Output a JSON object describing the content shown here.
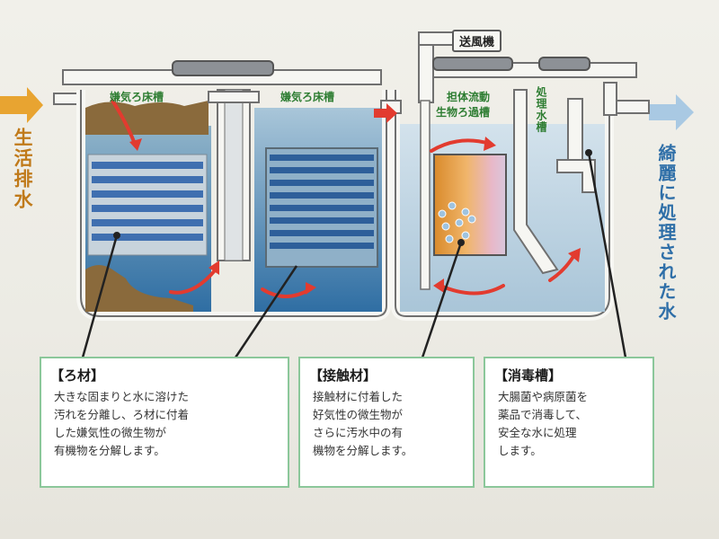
{
  "flow": {
    "input_label": "生活排水",
    "output_label": "綺麗に処理された水",
    "blower_label": "送風機"
  },
  "tanks": {
    "t1": "嫌気ろ床槽",
    "t2": "嫌気ろ床槽",
    "t3_line1": "担体流動",
    "t3_line2": "生物ろ過槽",
    "t4": "処理水槽"
  },
  "callouts": [
    {
      "title": "【ろ材】",
      "body": "大きな固まりと水に溶けた\n汚れを分離し、ろ材に付着\nした嫌気性の微生物が\n有機物を分解します。"
    },
    {
      "title": "【接触材】",
      "body": "接触材に付着した\n好気性の微生物が\nさらに汚水中の有\n機物を分解します。"
    },
    {
      "title": "【消毒槽】",
      "body": "大腸菌や病原菌を\n薬品で消毒して、\n安全な水に処理\nします。"
    }
  ],
  "colors": {
    "input_arrow": "#e8a431",
    "output_arrow": "#a9c9e3",
    "flow_arrow": "#e23b2f",
    "label_green": "#2e7d32",
    "callout_border": "#8bc79a"
  }
}
